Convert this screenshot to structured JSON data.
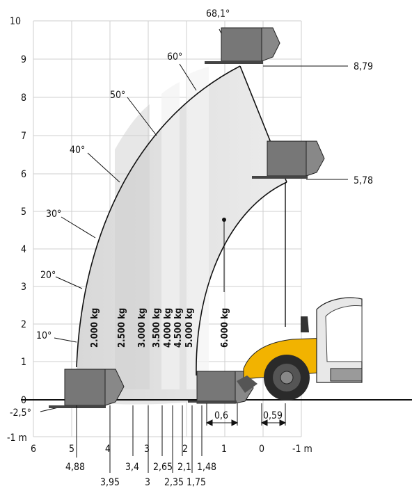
{
  "chart_data": {
    "type": "diagram",
    "y_axis": {
      "ticks": [
        "10",
        "9",
        "8",
        "7",
        "6",
        "5",
        "4",
        "3",
        "2",
        "1",
        "0",
        "-1 m"
      ]
    },
    "x_axis": {
      "ticks": [
        "6",
        "5",
        "4",
        "3",
        "2",
        "1",
        "0",
        "-1 m"
      ]
    },
    "angles": [
      "68,1°",
      "60°",
      "50°",
      "40°",
      "30°",
      "20°",
      "10°",
      "-2,5°"
    ],
    "heights_right": [
      "8,79",
      "5,78"
    ],
    "capacities": [
      "2.000 kg",
      "2.500 kg",
      "3.000 kg",
      "3.500 kg",
      "4.000 kg",
      "4.500 kg",
      "5.000 kg",
      "6.000 kg"
    ],
    "reach_labels": [
      "4,88",
      "3,95",
      "3,4",
      "3",
      "2,65",
      "2,35",
      "2,1",
      "1,75",
      "1,48"
    ],
    "dims": [
      "0,6",
      "0,59"
    ],
    "colors": {
      "machine_yellow": "#f2b300",
      "zone_grey": "#d9d9d9",
      "fork_grey": "#777777"
    }
  }
}
